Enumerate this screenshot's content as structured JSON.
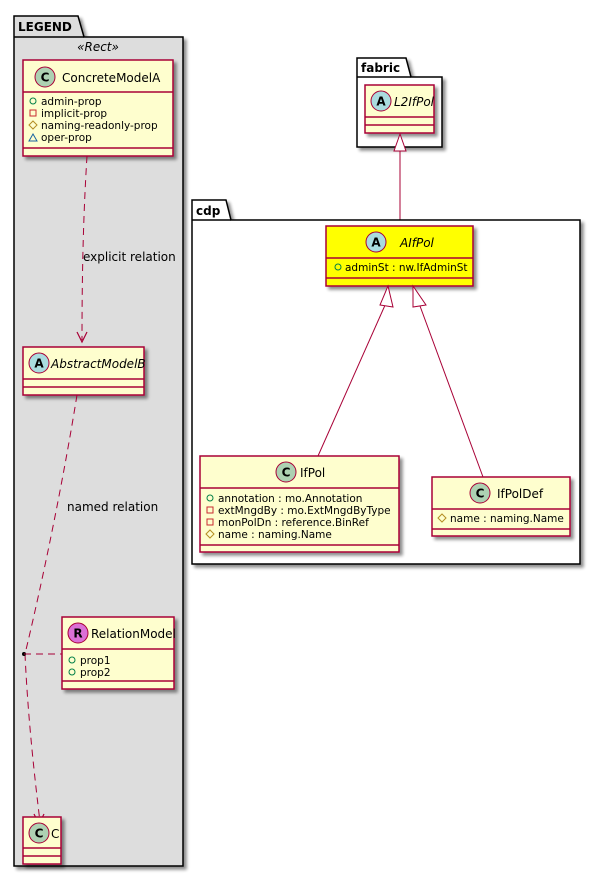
{
  "legend": {
    "package_name": "LEGEND",
    "stereotype": "«Rect»",
    "concrete_model": {
      "name": "ConcreteModelA",
      "spot": "C",
      "attributes": [
        {
          "visibility": "public",
          "text": "admin-prop"
        },
        {
          "visibility": "private",
          "text": "implicit-prop"
        },
        {
          "visibility": "protected",
          "text": "naming-readonly-prop"
        },
        {
          "visibility": "package",
          "text": "oper-prop"
        }
      ]
    },
    "explicit_relation_label": "explicit relation",
    "abstract_model": {
      "name": "AbstractModelB",
      "spot": "A"
    },
    "named_relation_label": "named relation",
    "relation_model": {
      "name": "RelationModel",
      "spot": "R",
      "attributes": [
        {
          "visibility": "public",
          "text": "prop1"
        },
        {
          "visibility": "public",
          "text": "prop2"
        }
      ]
    },
    "target_class": {
      "name": "C",
      "spot": "C"
    }
  },
  "fabric": {
    "package_name": "fabric",
    "l2ifpol": {
      "name": "L2IfPol",
      "spot": "A"
    }
  },
  "cdp": {
    "package_name": "cdp",
    "aifpol": {
      "name": "AIfPol",
      "spot": "A",
      "attributes": [
        {
          "visibility": "public",
          "text": "adminSt : nw.IfAdminSt"
        }
      ]
    },
    "ifpol": {
      "name": "IfPol",
      "spot": "C",
      "attributes": [
        {
          "visibility": "public",
          "text": "annotation : mo.Annotation"
        },
        {
          "visibility": "private",
          "text": "extMngdBy : mo.ExtMngdByType"
        },
        {
          "visibility": "private",
          "text": "monPolDn : reference.BinRef"
        },
        {
          "visibility": "protected",
          "text": "name : naming.Name"
        }
      ]
    },
    "ifpoldef": {
      "name": "IfPolDef",
      "spot": "C",
      "attributes": [
        {
          "visibility": "protected",
          "text": "name : naming.Name"
        }
      ]
    }
  },
  "colors": {
    "class_fill": "#FEFECE",
    "class_border": "#A80036",
    "highlight_fill": "#FFFF00",
    "legend_bg": "#DDDDDD",
    "spot_class": "#ADD1B2",
    "spot_abstract": "#A9DCDF",
    "spot_relation": "#DA70D6",
    "vis_public": "#038048",
    "vis_private": "#C82930",
    "vis_protected": "#B38D22",
    "vis_package": "#1963A0"
  }
}
